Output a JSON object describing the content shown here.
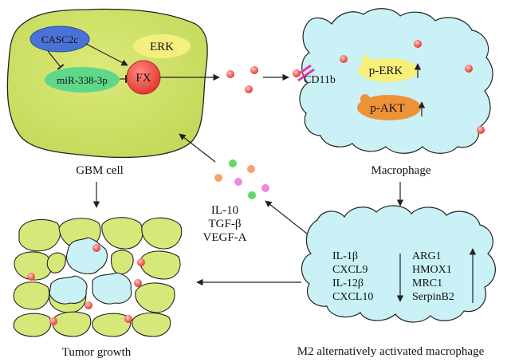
{
  "gbm_cell": {
    "label": "GBM cell",
    "casc2c": "CASC2c",
    "erk": "ERK",
    "mir": "miR-338-3p",
    "fx": "FX"
  },
  "macrophage": {
    "label": "Macrophage",
    "cd11b": "CD11b",
    "perk": "p-ERK",
    "pakt": "p-AKT"
  },
  "cytokines": {
    "line1": "IL-10",
    "line2": "TGF-β",
    "line3": "VEGF-A"
  },
  "m2": {
    "label": "M2 alternatively activated macrophage",
    "down_markers": [
      "IL-1β",
      "CXCL9",
      "IL-12β",
      "CXCL10"
    ],
    "up_markers": [
      "ARG1",
      "HMOX1",
      "MRC1",
      "SerpinB2"
    ]
  },
  "tumor": {
    "label": "Tumor growth"
  },
  "colors": {
    "gbm_fill": "#d5e36a",
    "macrophage_fill": "#c9f1f6",
    "casc2c_fill": "#4a72d6",
    "erk_fill": "#f4f080",
    "mir_fill": "#5fd88a",
    "fx_fill": "#f0473f",
    "perk_fill": "#f6f07a",
    "pakt_fill": "#ee9238",
    "cd11b_color": "#e23aa8",
    "tumor_cell_fill": "#d7e87a"
  },
  "icons": [
    "up-arrow-icon",
    "down-arrow-icon",
    "inhibition-icon",
    "receptor-icon"
  ]
}
